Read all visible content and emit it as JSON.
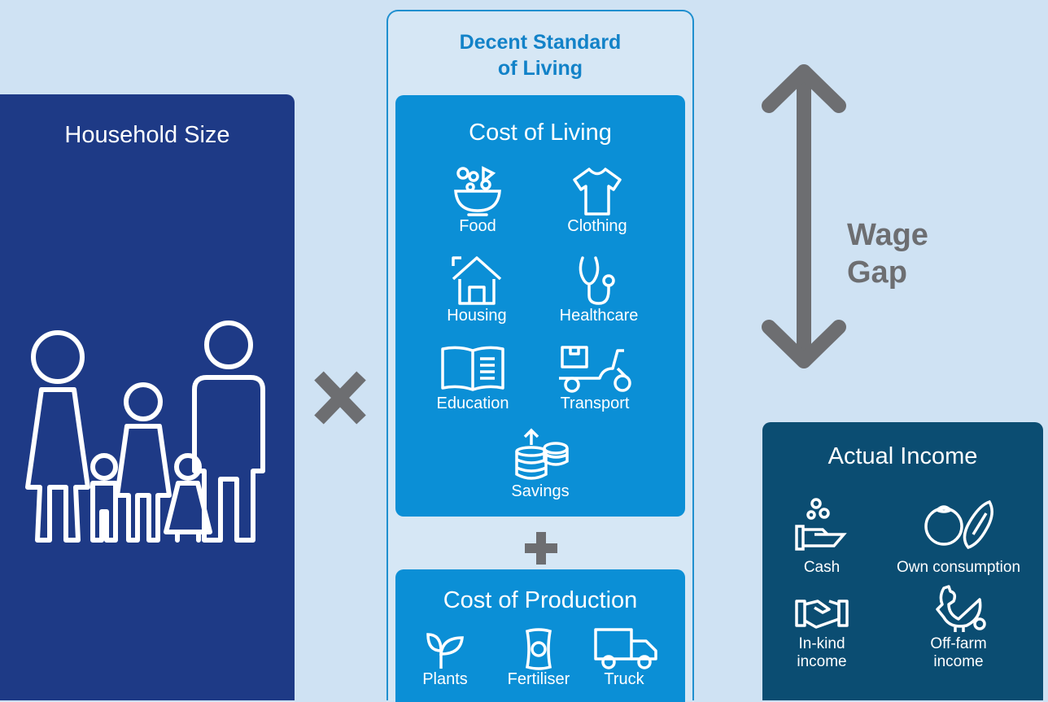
{
  "household": {
    "title": "Household Size"
  },
  "operator_times": "times",
  "dsl": {
    "heading_line1": "Decent Standard",
    "heading_line2": "of Living",
    "cost_of_living": {
      "title": "Cost of Living",
      "items": [
        {
          "label": "Food",
          "icon": "food-bowl-icon"
        },
        {
          "label": "Clothing",
          "icon": "tshirt-icon"
        },
        {
          "label": "Housing",
          "icon": "house-icon"
        },
        {
          "label": "Healthcare",
          "icon": "stethoscope-icon"
        },
        {
          "label": "Education",
          "icon": "book-icon"
        },
        {
          "label": "Transport",
          "icon": "scooter-icon"
        },
        {
          "label": "Savings",
          "icon": "coins-icon"
        }
      ]
    },
    "cost_of_production": {
      "title": "Cost of Production",
      "items": [
        {
          "label": "Plants",
          "icon": "sprout-icon"
        },
        {
          "label": "Fertiliser",
          "icon": "fertiliser-bag-icon"
        },
        {
          "label": "Truck",
          "icon": "truck-icon"
        }
      ]
    }
  },
  "wage_gap": {
    "line1": "Wage",
    "line2": "Gap"
  },
  "actual_income": {
    "title": "Actual Income",
    "items": [
      {
        "label": "Cash",
        "icon": "hand-coins-icon"
      },
      {
        "label": "Own consumption",
        "icon": "vegetables-icon"
      },
      {
        "label_line1": "In-kind",
        "label_line2": "income",
        "icon": "handshake-icon"
      },
      {
        "label_line1": "Off-farm",
        "label_line2": "income",
        "icon": "chicken-icon"
      }
    ]
  },
  "colors": {
    "background": "#cfe2f3",
    "household": "#1e3a86",
    "cost_panels": "#0b8fd6",
    "heading": "#1282c8",
    "income": "#0b4d72",
    "operator_grey": "#6d6e71"
  }
}
